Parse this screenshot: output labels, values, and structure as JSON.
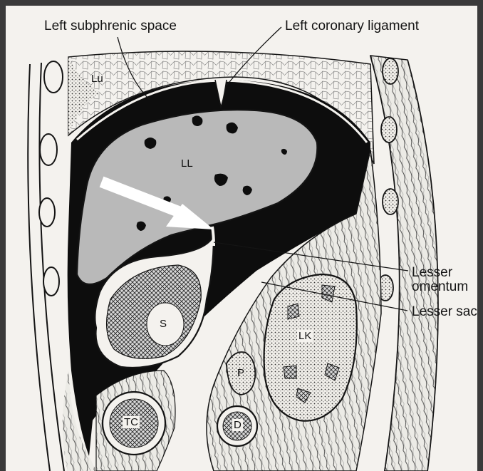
{
  "labels": {
    "left_subphrenic_space": "Left subphrenic space",
    "left_coronary_ligament": "Left coronary ligament",
    "lesser_omentum": "Lesser\nomentum",
    "lesser_omentum_line1": "Lesser",
    "lesser_omentum_line2": "omentum",
    "lesser_sac": "Lesser sac"
  },
  "organs": {
    "lung": "Lu",
    "left_liver_lobe": "LL",
    "stomach": "S",
    "left_kidney": "LK",
    "pancreas": "P",
    "transverse_colon": "TC",
    "duodenum": "D"
  },
  "colors": {
    "background_frame": "#3a3a3a",
    "paper": "#f4f2ee",
    "ink": "#141414",
    "liver_fill": "#b9b9b9",
    "space_fill": "#0d0d0d",
    "arrow": "#ffffff"
  },
  "annotation": {
    "arrow_color": "white",
    "arrow_target": "lesser omentum"
  }
}
